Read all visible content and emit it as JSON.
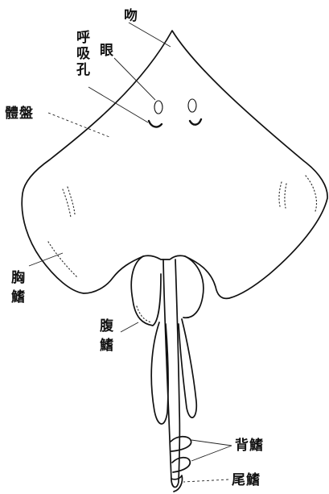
{
  "labels": {
    "snout": "吻",
    "eye": "眼",
    "spiracle_1": "呼",
    "spiracle_2": "吸",
    "spiracle_3": "孔",
    "disc_1": "體",
    "disc_2": "盤",
    "pectoral_1": "胸",
    "pectoral_2": "鰭",
    "pelvic_1": "腹",
    "pelvic_2": "鰭",
    "dorsal_1": "背",
    "dorsal_2": "鰭",
    "caudal_1": "尾",
    "caudal_2": "鰭"
  }
}
